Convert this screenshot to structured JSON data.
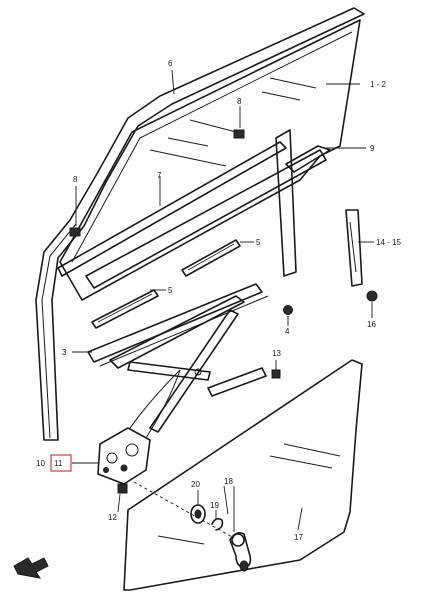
{
  "callouts": {
    "c6": "6",
    "c1_2": "1 - 2",
    "c8a": "8",
    "c9": "9",
    "c8b": "8",
    "c7": "7",
    "c5a": "5",
    "c14_15": "14 - 15",
    "c5b": "5",
    "c16": "16",
    "c4": "4",
    "c3": "3",
    "c13": "13",
    "c10": "10",
    "c11": "11",
    "c20": "20",
    "c18": "18",
    "c19": "19",
    "c12": "12",
    "c17": "17"
  },
  "colors": {
    "line": "#1a1a1a",
    "highlight": "#d83b3b",
    "background": "#ffffff"
  }
}
